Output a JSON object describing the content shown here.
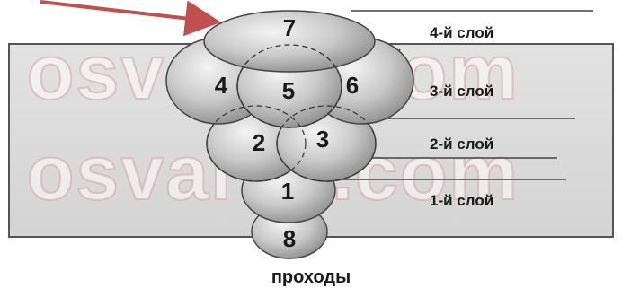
{
  "passes": [
    "1",
    "2",
    "3",
    "4",
    "5",
    "6",
    "7",
    "8"
  ],
  "layers": [
    "4-й слой",
    "3-й слой",
    "2-й слой",
    "1-й слой"
  ],
  "caption": "проходы",
  "watermark": "osvarke.com",
  "colors": {
    "arrow": "#c0504d",
    "bead_fill": "#c8c8c8",
    "plate_fill": "#dcdcdc",
    "outline": "#444444",
    "watermark_outline": "#d9a3a3"
  }
}
